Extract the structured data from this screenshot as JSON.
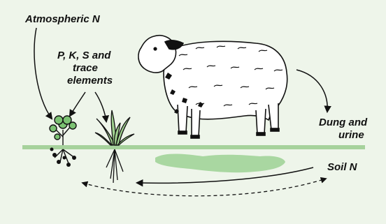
{
  "labels": {
    "atmospheric_n": "Atmospheric  N",
    "pks_line1": "P,  K,  S  and",
    "pks_line2": "trace",
    "pks_line3": "elements",
    "dung_line1": "Dung and",
    "dung_line2": "urine",
    "soil_n": "Soil N"
  },
  "colors": {
    "background": "#eef5ea",
    "ground": "#a6d29c",
    "soil_patch": "#a9d7a1",
    "ink": "#111111"
  }
}
